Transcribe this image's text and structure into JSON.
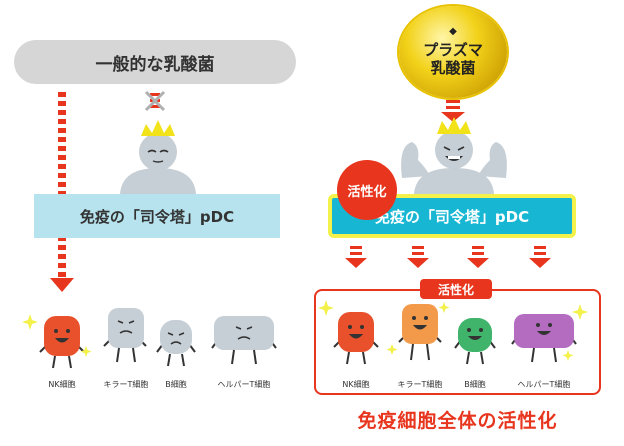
{
  "left": {
    "title": "一般的な乳酸菌",
    "pdc_label": "免疫の「司令塔」pDC",
    "cells": [
      {
        "label": "NK細胞",
        "color": "#e8512c",
        "state": "active"
      },
      {
        "label": "キラーT細胞",
        "color": "#c6cfd6",
        "state": "inactive"
      },
      {
        "label": "B細胞",
        "color": "#c6cfd6",
        "state": "inactive"
      },
      {
        "label": "ヘルパーT細胞",
        "color": "#c6cfd6",
        "state": "inactive"
      }
    ]
  },
  "right": {
    "badge_line1": "プラズマ",
    "badge_line2": "乳酸菌",
    "activation_circle": "活性化",
    "pdc_label": "免疫の「司令塔」pDC",
    "frame_label": "活性化",
    "cells": [
      {
        "label": "NK細胞",
        "color": "#e8512c"
      },
      {
        "label": "キラーT細胞",
        "color": "#f39a4a"
      },
      {
        "label": "B細胞",
        "color": "#3fb46a"
      },
      {
        "label": "ヘルパーT細胞",
        "color": "#b46cc0"
      }
    ],
    "caption": "免疫細胞全体の活性化"
  },
  "colors": {
    "accent_red": "#e8351e",
    "pdc_inactive": "#b6e3ee",
    "pdc_active": "#17b7d3",
    "gold": "#f2d21a",
    "gray_pill": "#d6d6d6"
  }
}
